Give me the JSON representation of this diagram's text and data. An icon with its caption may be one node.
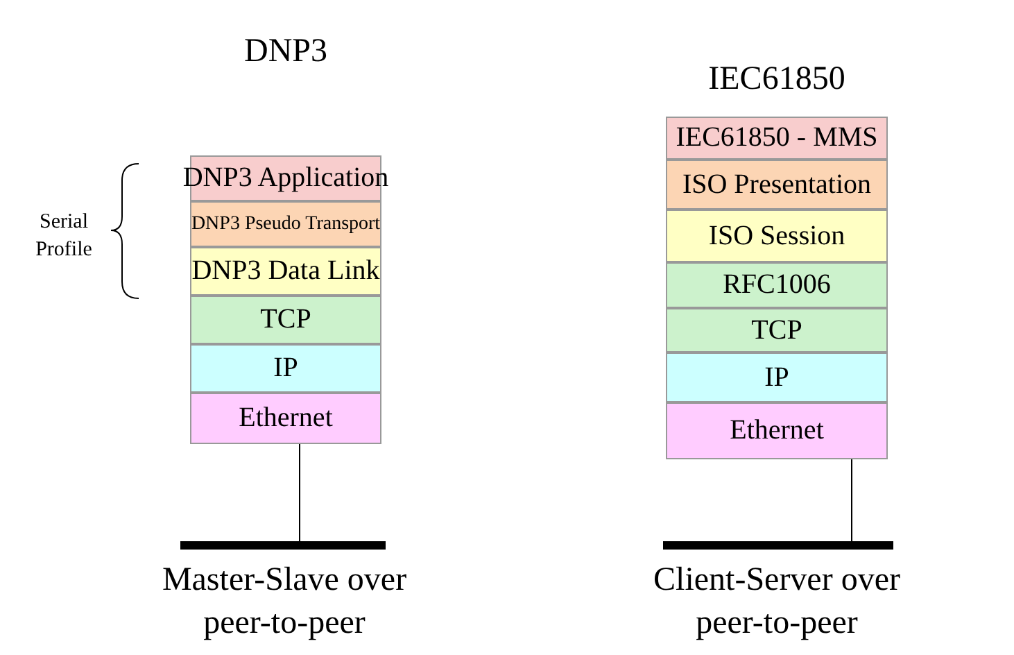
{
  "diagram": {
    "nodes": [
      {
        "text": [
          "DNP3"
        ]
      },
      {
        "text": [
          "DNP3 Application"
        ],
        "in": 0
      },
      {
        "text": [
          "DNP3 Pseudo Transport"
        ],
        "in": 0
      },
      {
        "text": [
          "DNP3 Data Link"
        ],
        "in": 0
      },
      {
        "text": [
          "TCP"
        ],
        "in": 0
      },
      {
        "text": [
          "IP"
        ],
        "in": 0
      },
      {
        "text": [
          "Ethernet"
        ],
        "in": 0
      },
      {
        "text": [],
        "shape": "bar",
        "beside": [
          "Master-Slave over peer-to-peer"
        ]
      },
      {
        "text": [
          "IEC61850"
        ]
      },
      {
        "text": [
          "IEC61850 - MMS"
        ],
        "in": 8
      },
      {
        "text": [
          "ISO Presentation"
        ],
        "in": 8
      },
      {
        "text": [
          "ISO Session"
        ],
        "in": 8
      },
      {
        "text": [
          "RFC1006"
        ],
        "in": 8
      },
      {
        "text": [
          "TCP"
        ],
        "in": 8
      },
      {
        "text": [
          "IP"
        ],
        "in": 8
      },
      {
        "text": [
          "Ethernet"
        ],
        "in": 8
      },
      {
        "text": [],
        "shape": "bar",
        "beside": [
          "Client-Server over peer-to-peer"
        ]
      }
    ],
    "edges": [
      {
        "from": 6,
        "to": 7,
        "arrow": "none"
      },
      {
        "from": 15,
        "to": 16,
        "arrow": "none"
      }
    ],
    "labels": [
      "Serial Profile"
    ]
  }
}
